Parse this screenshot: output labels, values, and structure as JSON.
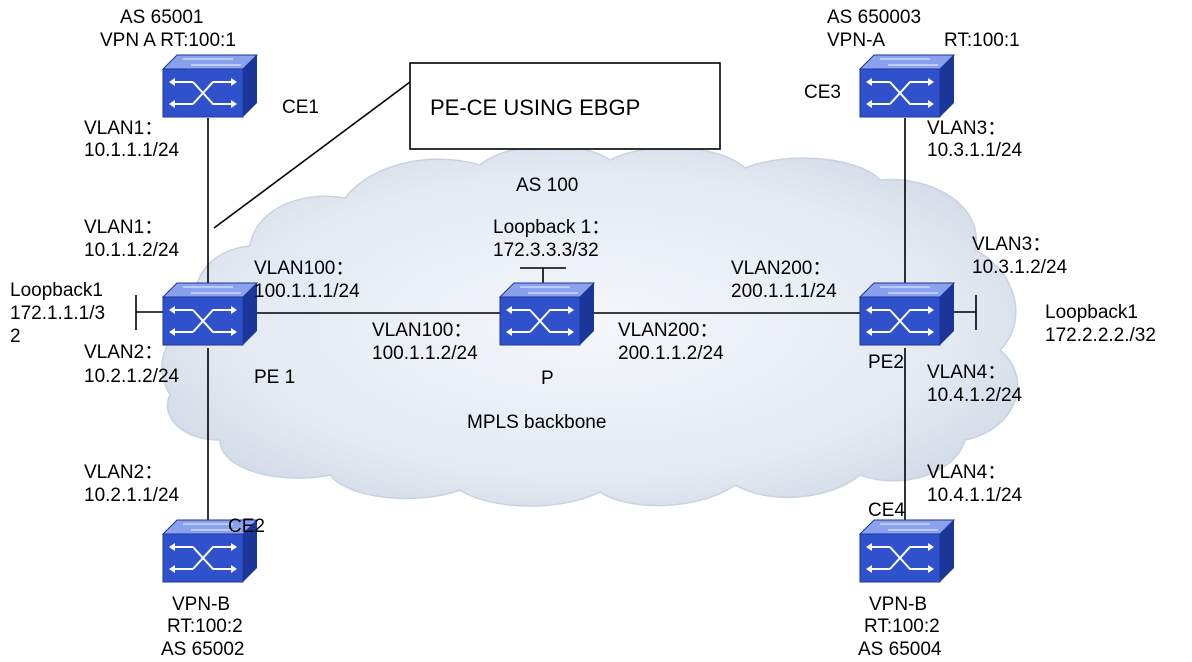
{
  "callout": {
    "text": "PE-CE USING EBGP"
  },
  "cloud": {
    "as_label": "AS 100",
    "backbone_label": "MPLS backbone"
  },
  "devices": {
    "ce1": {
      "name": "CE1",
      "as_line": "AS 65001",
      "vpn_line": "VPN A RT:100:1",
      "icon": "switch-icon"
    },
    "ce2": {
      "name": "CE2",
      "vpn_line": "VPN-B",
      "rt_line": "RT:100:2",
      "as_line": "AS 65002",
      "icon": "switch-icon"
    },
    "ce3": {
      "name": "CE3",
      "as_line": "AS 650003",
      "vpn_line": "VPN-A",
      "rt_line": "RT:100:1",
      "icon": "switch-icon"
    },
    "ce4": {
      "name": "CE4",
      "vpn_line": "VPN-B",
      "rt_line": "RT:100:2",
      "as_line": "AS 65004",
      "icon": "switch-icon"
    },
    "pe1": {
      "name": "PE 1",
      "icon": "switch-icon"
    },
    "pe2": {
      "name": "PE2",
      "icon": "switch-icon"
    },
    "p": {
      "name": "P",
      "icon": "switch-icon"
    }
  },
  "interfaces": {
    "ce1_vlan1": {
      "vlan": "VLAN1：",
      "ip": "10.1.1.1/24"
    },
    "pe1_vlan1": {
      "vlan": "VLAN1：",
      "ip": "10.1.1.2/24"
    },
    "pe1_loop": {
      "name": "Loopback1",
      "ip_a": "172.1.1.1/3",
      "ip_b": "2"
    },
    "pe1_vlan2": {
      "vlan": "VLAN2：",
      "ip": "10.2.1.2/24"
    },
    "ce2_vlan2": {
      "vlan": "VLAN2：",
      "ip": "10.2.1.1/24"
    },
    "pe1_vlan100": {
      "vlan": "VLAN100：",
      "ip": "100.1.1.1/24"
    },
    "p_vlan100": {
      "vlan": "VLAN100：",
      "ip": "100.1.1.2/24"
    },
    "p_loop": {
      "name": "Loopback 1：",
      "ip": "172.3.3.3/32"
    },
    "p_vlan200": {
      "vlan": "VLAN200：",
      "ip": "200.1.1.2/24"
    },
    "pe2_vlan200": {
      "vlan": "VLAN200：",
      "ip": "200.1.1.1/24"
    },
    "ce3_vlan3": {
      "vlan": "VLAN3：",
      "ip": "10.3.1.1/24"
    },
    "pe2_vlan3": {
      "vlan": "VLAN3：",
      "ip": "10.3.1.2/24"
    },
    "pe2_loop": {
      "name": "Loopback1",
      "ip": "172.2.2.2./32"
    },
    "pe2_vlan4": {
      "vlan": "VLAN4：",
      "ip": "10.4.1.2/24"
    },
    "ce4_vlan4": {
      "vlan": "VLAN4：",
      "ip": "10.4.1.1/24"
    }
  },
  "colors": {
    "cloud_fill": "#e4eaf2",
    "cloud_fill_light": "#f4f7fb",
    "switch_face": "#2f52cc",
    "switch_top": "#8aa2ee",
    "switch_side": "#1c3599"
  }
}
